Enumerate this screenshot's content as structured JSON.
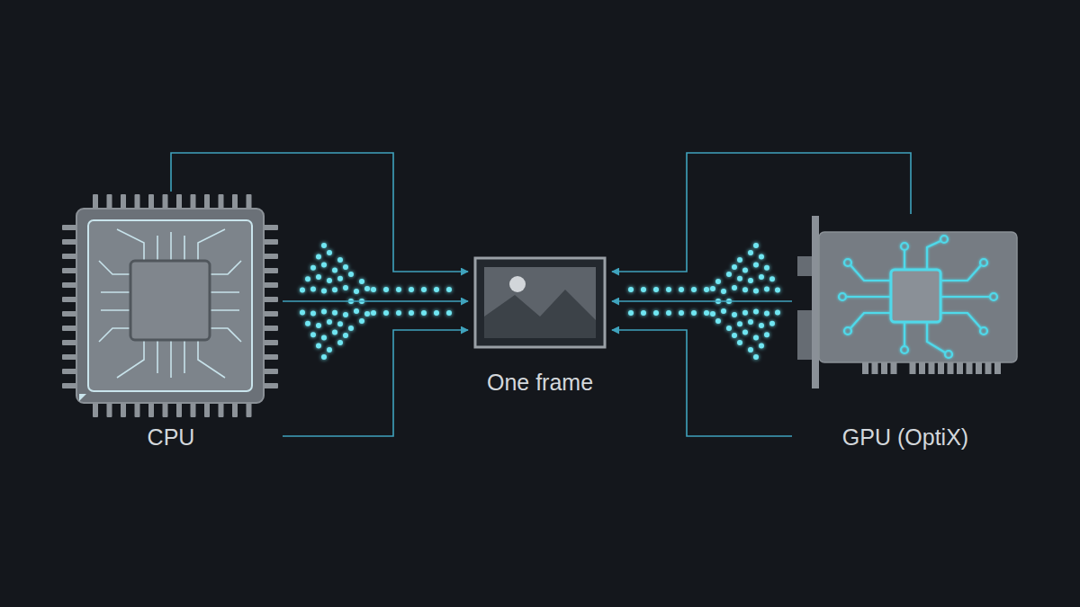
{
  "diagram": {
    "nodes": [
      {
        "text": [
          "CPU"
        ]
      },
      {
        "text": [
          "One frame"
        ]
      },
      {
        "text": [
          "GPU (OptiX)"
        ]
      }
    ],
    "edges": [
      {
        "from": 0,
        "to": 1,
        "arrow": "to"
      },
      {
        "from": 0,
        "to": 1,
        "arrow": "to"
      },
      {
        "from": 0,
        "to": 1,
        "arrow": "to"
      },
      {
        "from": 2,
        "to": 1,
        "arrow": "to"
      },
      {
        "from": 2,
        "to": 1,
        "arrow": "to"
      },
      {
        "from": 2,
        "to": 1,
        "arrow": "to"
      }
    ]
  }
}
